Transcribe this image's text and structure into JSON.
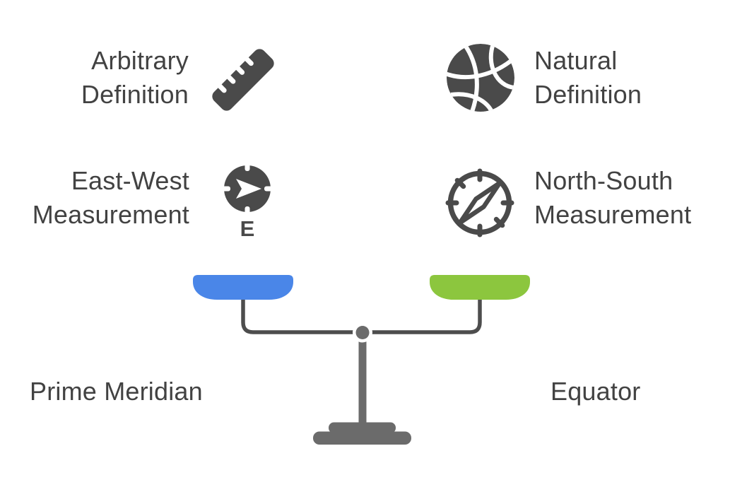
{
  "colors": {
    "background": "#ffffff",
    "text": "#424242",
    "icon": "#4a4a4a",
    "beam": "#4d4d4d",
    "stand": "#6b6b6b",
    "left_pan": "#4a86e8",
    "right_pan": "#8cc63e"
  },
  "left_column": {
    "row1": {
      "line1": "Arbitrary",
      "line2": "Definition",
      "icon": "ruler-icon"
    },
    "row2": {
      "line1": "East-West",
      "line2": "Measurement",
      "icon": "compass-east-icon",
      "compass_letter": "E"
    },
    "bottom_label": "Prime Meridian"
  },
  "right_column": {
    "row1": {
      "line1": "Natural",
      "line2": "Definition",
      "icon": "globe-icon"
    },
    "row2": {
      "line1": "North-South",
      "line2": "Measurement",
      "icon": "compass-icon"
    },
    "bottom_label": "Equator"
  },
  "scale": {
    "type": "balanced-scale",
    "left_pan_color": "#4a86e8",
    "right_pan_color": "#8cc63e"
  }
}
